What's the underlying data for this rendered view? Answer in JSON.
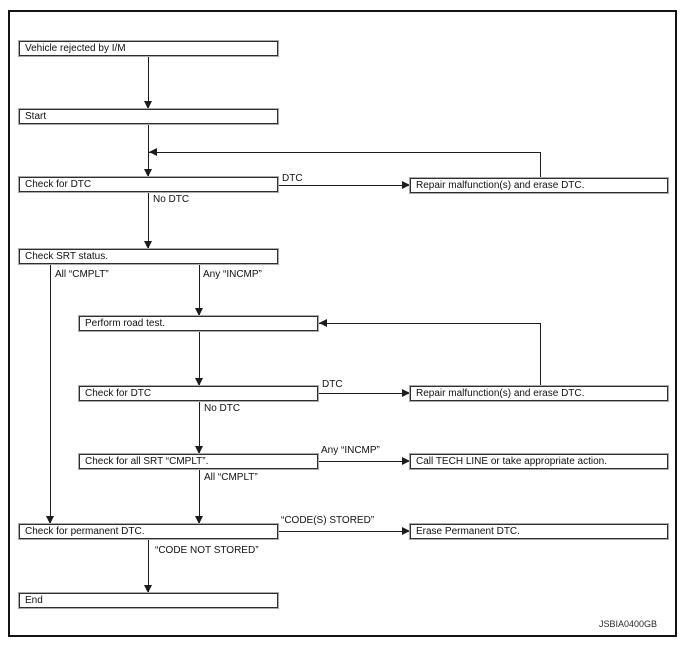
{
  "diagram": {
    "nodes": {
      "vehicle_rejected": "Vehicle rejected by I/M",
      "start": "Start",
      "check_dtc_1": "Check for DTC",
      "check_srt": "Check SRT status.",
      "road_test": "Perform road test.",
      "check_dtc_2": "Check for DTC",
      "check_all_srt": "Check for all SRT “CMPLT”.",
      "check_permanent": "Check for permanent DTC.",
      "end": "End",
      "repair_1": "Repair malfunction(s) and erase DTC.",
      "repair_2": "Repair malfunction(s) and erase DTC.",
      "tech_line": "Call TECH LINE or take appropriate action.",
      "erase_permanent": "Erase Permanent DTC."
    },
    "edge_labels": {
      "dtc_1": "DTC",
      "no_dtc_1": "No DTC",
      "all_cmplt_1": "All “CMPLT”",
      "any_incmp_1": "Any “INCMP”",
      "dtc_2": "DTC",
      "no_dtc_2": "No DTC",
      "any_incmp_2": "Any “INCMP”",
      "all_cmplt_2": "All “CMPLT”",
      "codes_stored": "“CODE(S) STORED”",
      "code_not_stored": "“CODE NOT STORED”"
    },
    "figure_code": "JSBIA0400GB",
    "colors": {
      "line": "#1c1c1c",
      "box_border": "#2e2e2e",
      "box_halo": "#ababab",
      "background": "#ffffff"
    }
  }
}
